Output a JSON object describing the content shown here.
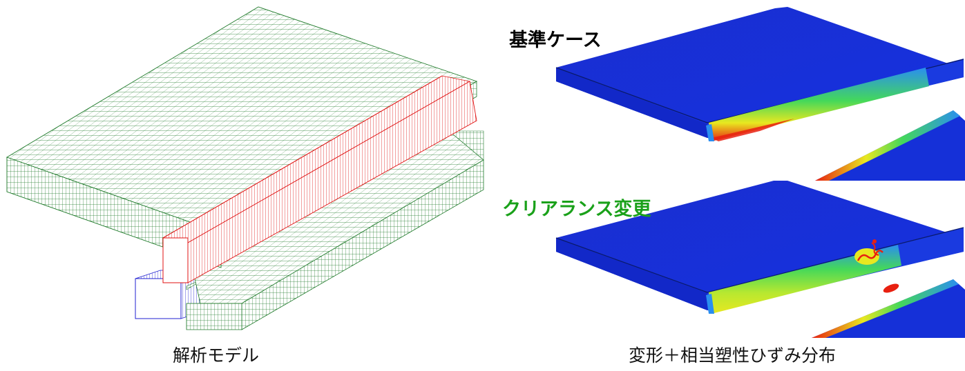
{
  "left_panel": {
    "caption": "解析モデル"
  },
  "right_panel": {
    "caption": "変形＋相当塑性ひずみ分布",
    "case_base_label": "基準ケース",
    "case_clearance_label": "クリアランス変更"
  },
  "colors": {
    "mesh_green": "#1f7a2a",
    "mesh_red": "#e01010",
    "mesh_blue": "#1f1fd0",
    "label_black": "#000000",
    "label_green": "#1aa11a",
    "plate_blue": "#1530d8",
    "edge_light_blue": "#2a8ef0",
    "strain_green": "#44d85a",
    "strain_yellow": "#e8e820",
    "strain_red": "#e82010"
  }
}
